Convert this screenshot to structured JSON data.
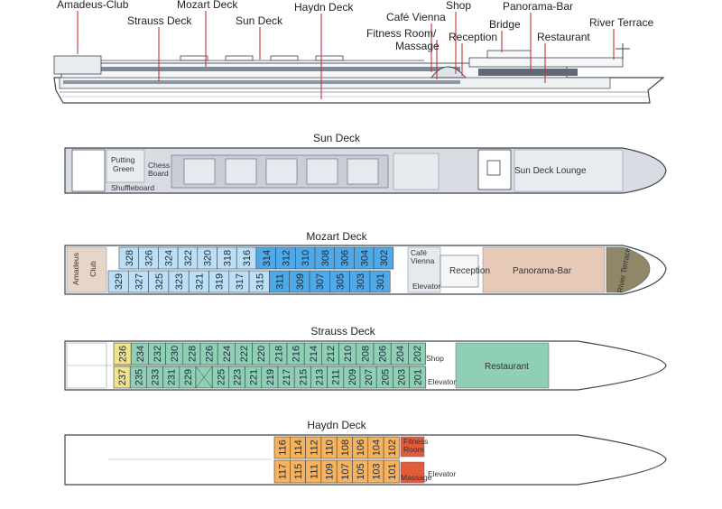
{
  "profile": {
    "callouts": [
      {
        "id": "amadeus-club",
        "label": "Amadeus-Club"
      },
      {
        "id": "strauss-deck",
        "label": "Strauss Deck"
      },
      {
        "id": "mozart-deck",
        "label": "Mozart Deck"
      },
      {
        "id": "sun-deck",
        "label": "Sun Deck"
      },
      {
        "id": "haydn-deck",
        "label": "Haydn Deck"
      },
      {
        "id": "cafe-vienna",
        "label": "Café Vienna"
      },
      {
        "id": "fitness-room",
        "label": "Fitness Room/"
      },
      {
        "id": "massage",
        "label": "Massage"
      },
      {
        "id": "shop",
        "label": "Shop"
      },
      {
        "id": "reception",
        "label": "Reception"
      },
      {
        "id": "bridge",
        "label": "Bridge"
      },
      {
        "id": "panorama-bar",
        "label": "Panorama-Bar"
      },
      {
        "id": "restaurant",
        "label": "Restaurant"
      },
      {
        "id": "river-terrace",
        "label": "River Terrace"
      }
    ]
  },
  "decks": {
    "sun": {
      "title": "Sun Deck",
      "labels": {
        "putting": "Putting",
        "green": "Green",
        "chess": "Chess",
        "board": "Board",
        "shuffleboard": "Shuffleboard",
        "lounge": "Sun Deck Lounge"
      }
    },
    "mozart": {
      "title": "Mozart Deck",
      "top_row": [
        "328",
        "326",
        "324",
        "322",
        "320",
        "318",
        "316",
        "314",
        "312",
        "310",
        "308",
        "306",
        "304",
        "302"
      ],
      "bottom_row": [
        "329",
        "327",
        "325",
        "323",
        "321",
        "319",
        "317",
        "315",
        "311",
        "309",
        "307",
        "305",
        "303",
        "301"
      ],
      "labels": {
        "amadeus": "Amadeus",
        "club": "Club",
        "cafe": "Café",
        "vienna": "Vienna",
        "elevator": "Elevator",
        "reception": "Reception",
        "panorama": "Panorama-Bar",
        "terrace": "River Terrace"
      }
    },
    "strauss": {
      "title": "Strauss Deck",
      "top_row": [
        "236",
        "234",
        "232",
        "230",
        "228",
        "226",
        "224",
        "222",
        "220",
        "218",
        "216",
        "214",
        "212",
        "210",
        "208",
        "206",
        "204",
        "202"
      ],
      "bottom_row": [
        "237",
        "235",
        "233",
        "231",
        "229",
        "",
        "225",
        "223",
        "221",
        "219",
        "217",
        "215",
        "213",
        "211",
        "209",
        "207",
        "205",
        "203",
        "201"
      ],
      "labels": {
        "shop": "Shop",
        "elevator": "Elevator",
        "restaurant": "Restaurant"
      }
    },
    "haydn": {
      "title": "Haydn Deck",
      "top_row": [
        "116",
        "114",
        "112",
        "110",
        "108",
        "106",
        "104",
        "102"
      ],
      "bottom_row": [
        "117",
        "115",
        "111",
        "109",
        "107",
        "105",
        "103",
        "101"
      ],
      "labels": {
        "fitness": "Fitness",
        "room": "Room",
        "massage": "Massage",
        "elevator": "Elevator"
      }
    }
  },
  "colors": {
    "mozart_blue": "#4fa9e6",
    "mozart_light": "#bcdff6",
    "strauss_green": "#8fcfb3",
    "strauss_yellow": "#f2e28a",
    "haydn_orange": "#f7b25e",
    "fitness_red": "#e25c3c",
    "panorama": "#e7c9b8",
    "deck_gray": "#d9dde3",
    "outline": "#3d4650"
  }
}
